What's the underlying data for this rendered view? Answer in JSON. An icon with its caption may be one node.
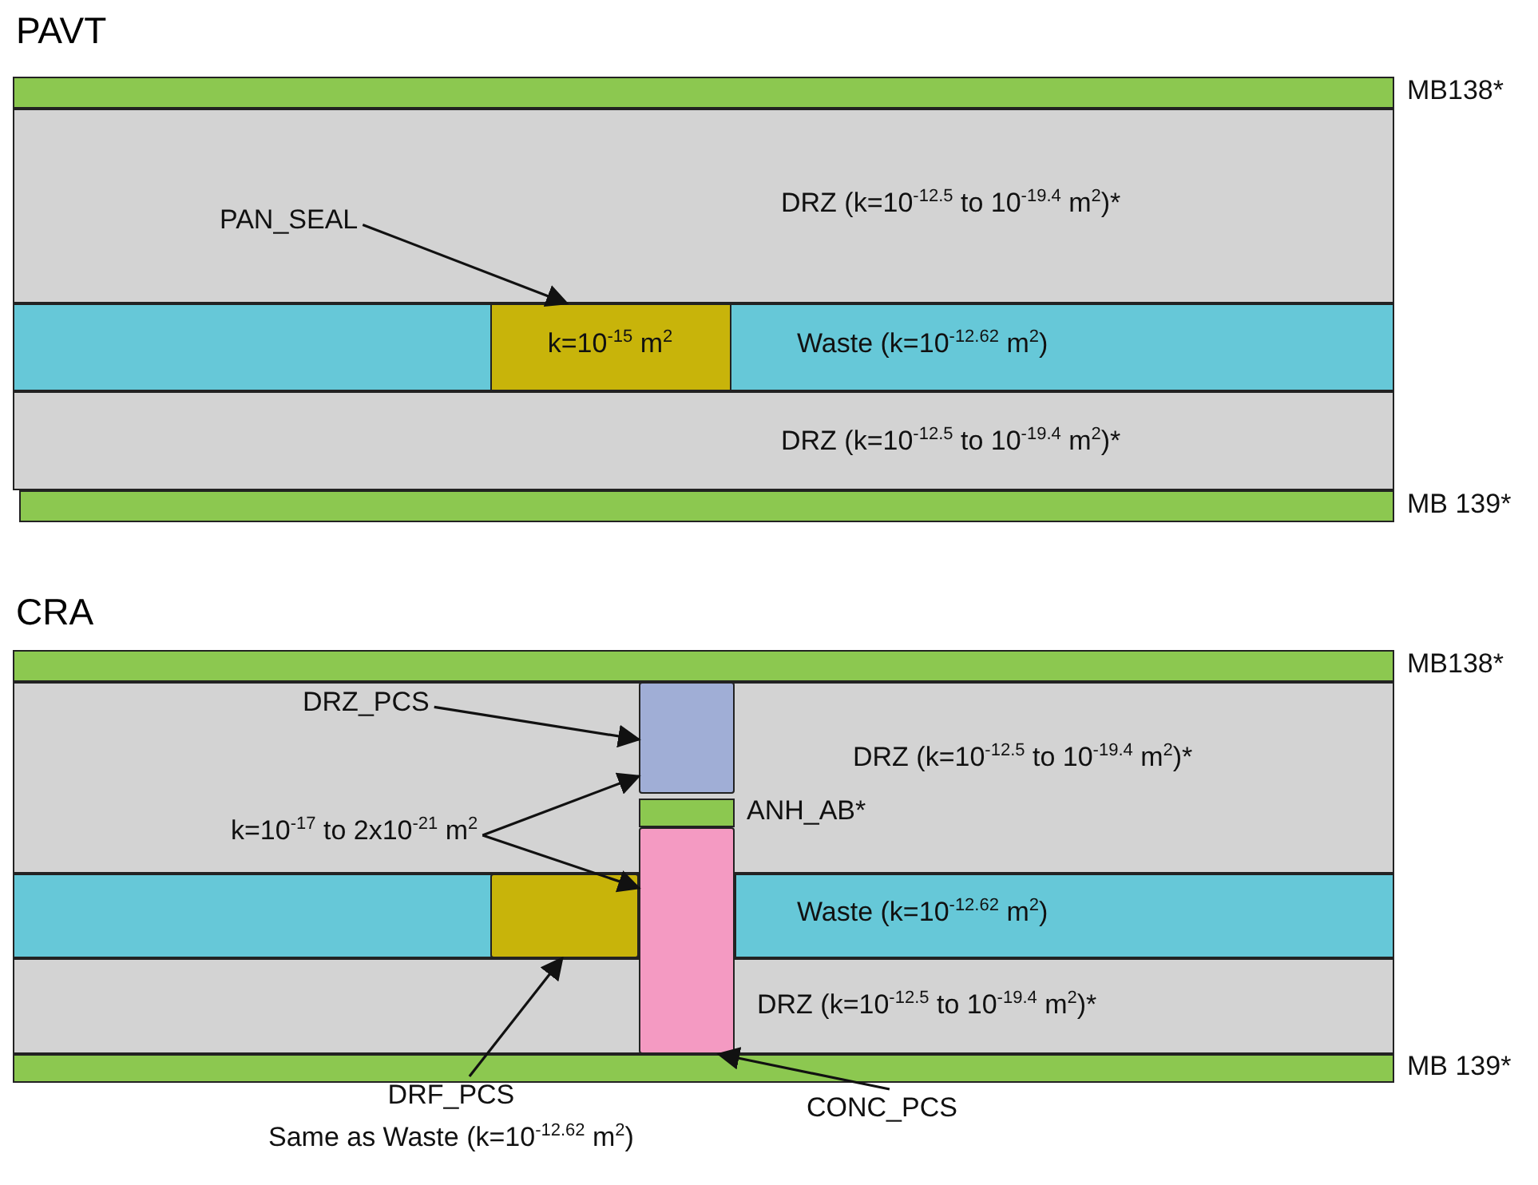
{
  "diagram": {
    "nodes": [
      {
        "text": [
          "MB138*"
        ]
      },
      {
        "text": [
          "DRZ (k=10$^{-12.5}$ to 10$^{-19.4}$ m$^{2}$)*"
        ]
      },
      {
        "text": [
          "Waste (k=10$^{-12.62}$ m$^{2}$)"
        ]
      },
      {
        "text": [
          "k=10$^{-15}$ m$^{2}$"
        ],
        "in": 2
      },
      {
        "text": [
          "PAN_SEAL"
        ],
        "in": 1
      },
      {
        "text": [
          "DRZ (k=10$^{-12.5}$ to 10$^{-19.4}$ m$^{2}$)*"
        ]
      },
      {
        "text": [
          "MB 139*"
        ]
      },
      {
        "text": [
          "MB138*"
        ]
      },
      {
        "text": [
          "DRZ (k=10$^{-12.5}$ to 10$^{-19.4}$ m$^{2}$)*"
        ]
      },
      {
        "text": [],
        "shape": "bar"
      },
      {
        "text": [],
        "shape": "box",
        "in": 9
      },
      {
        "text": [
          "Waste (k=10$^{-12.62}$ m$^{2}$)"
        ]
      },
      {
        "text": [
          "DRZ (k=10$^{-12.5}$ to 10$^{-19.4}$ m$^{2}$)*"
        ]
      },
      {
        "text": [
          "MB 139*"
        ]
      },
      {
        "text": [],
        "shape": "box",
        "in": 8
      },
      {
        "text": [
          "ANH_AB*"
        ],
        "in": 8
      },
      {
        "text": [],
        "shape": "box"
      },
      {
        "text": [
          "DRZ_PCS"
        ],
        "in": 8
      },
      {
        "text": [
          "k=10$^{-17}$ to 2x10$^{-21}$ m$^{2}$"
        ],
        "in": 8
      },
      {
        "text": [
          "DRF_PCS",
          "Same as Waste (k=10$^{-12.62}$ m$^{2}$)"
        ]
      },
      {
        "text": [
          "CONC_PCS"
        ]
      }
    ],
    "edges": [
      {
        "from": 4,
        "to": 3,
        "arrow": "to"
      },
      {
        "from": 17,
        "to": 14,
        "arrow": "to"
      },
      {
        "from": 18,
        "to": 14,
        "arrow": "to"
      },
      {
        "from": 18,
        "to": 16,
        "arrow": "to"
      },
      {
        "from": 19,
        "to": 10,
        "arrow": "to"
      },
      {
        "from": 20,
        "to": 16,
        "arrow": "to"
      }
    ],
    "labels": [
      "PAVT",
      "CRA"
    ]
  }
}
